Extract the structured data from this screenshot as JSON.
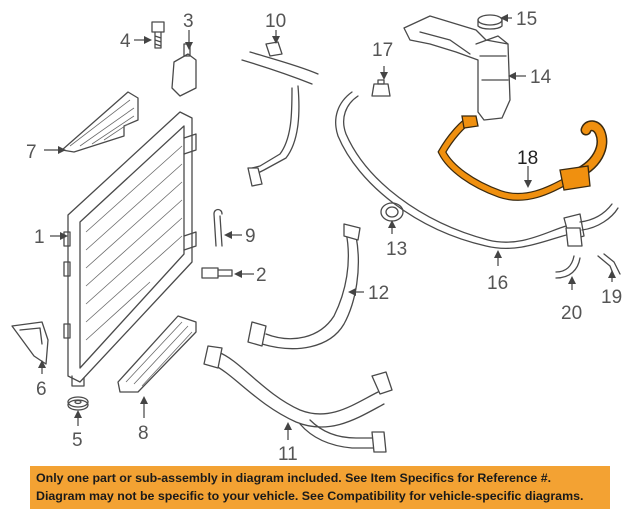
{
  "callouts": {
    "c1": "1",
    "c2": "2",
    "c3": "3",
    "c4": "4",
    "c5": "5",
    "c6": "6",
    "c7": "7",
    "c8": "8",
    "c9": "9",
    "c10": "10",
    "c11": "11",
    "c12": "12",
    "c13": "13",
    "c14": "14",
    "c15": "15",
    "c16": "16",
    "c17": "17",
    "c18": "18",
    "c19": "19",
    "c20": "20"
  },
  "highlight": {
    "part_callout": "18",
    "color": "#f0900f"
  },
  "disclaimer": {
    "line1": "Only one part or sub-assembly in diagram included. See Item Specifics for Reference #.",
    "line2": "Diagram may not be specific to your vehicle. See Compatibility for vehicle-specific diagrams.",
    "background": "#f3a233"
  }
}
